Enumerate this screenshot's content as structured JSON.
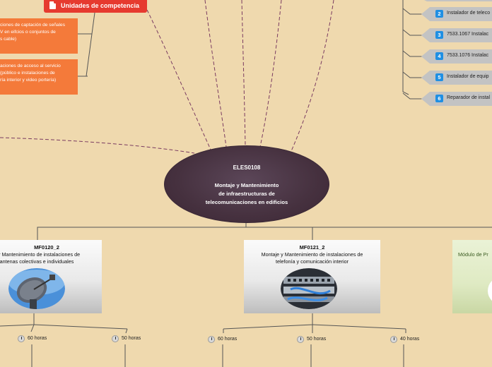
{
  "competencias": {
    "badge": "Unidades de competencia",
    "items": [
      [
        "ciones de captación de señales",
        "V en eifcios o conjuntos de",
        "s cable)"
      ],
      [
        "aciones de acceso al servicio",
        "(público e instalaciones de",
        "ría interior y video portería)"
      ]
    ]
  },
  "ocupaciones": [
    {
      "num": "2",
      "label": "Instalador de teleco"
    },
    {
      "num": "3",
      "label": "7533.1067 Instalac"
    },
    {
      "num": "4",
      "label": "7533.1076 Instalac"
    },
    {
      "num": "5",
      "label": "Instalador de equip"
    },
    {
      "num": "6",
      "label": "Reparador de instal"
    }
  ],
  "central": {
    "code": "ELES0108",
    "lines": [
      "Montaje y Mantenimiento",
      "de infraestructuras de",
      "telecomunicaciones en edificios"
    ]
  },
  "modulos": [
    {
      "code": "MF0120_2",
      "lines": [
        "e y Mantenimiento de instalaciones de",
        "antenas colectivas e individuales"
      ],
      "image": "satellite-dish"
    },
    {
      "code": "MF0121_2",
      "lines": [
        "Montaje y Mantenimiento de instalaciones de",
        "telefonía y comunicación interior"
      ],
      "image": "network-patch-panel"
    }
  ],
  "practicas": {
    "label": "Módulo de Pr"
  },
  "horas": [
    {
      "label": "60 horas",
      "group": "MF0120_2"
    },
    {
      "label": "50 horas",
      "group": "MF0120_2"
    },
    {
      "label": "60 horas",
      "group": "MF0121_2"
    },
    {
      "label": "50 horas",
      "group": "MF0121_2"
    },
    {
      "label": "40 horas",
      "group": "MF0121_2"
    }
  ],
  "colors": {
    "background": "#efd9ae",
    "badge": "#e63a2f",
    "orange_box": "#f47a3a",
    "central": "#46313f",
    "number_badge": "#1f8fe3",
    "dashed_line": "#7a3b61"
  }
}
